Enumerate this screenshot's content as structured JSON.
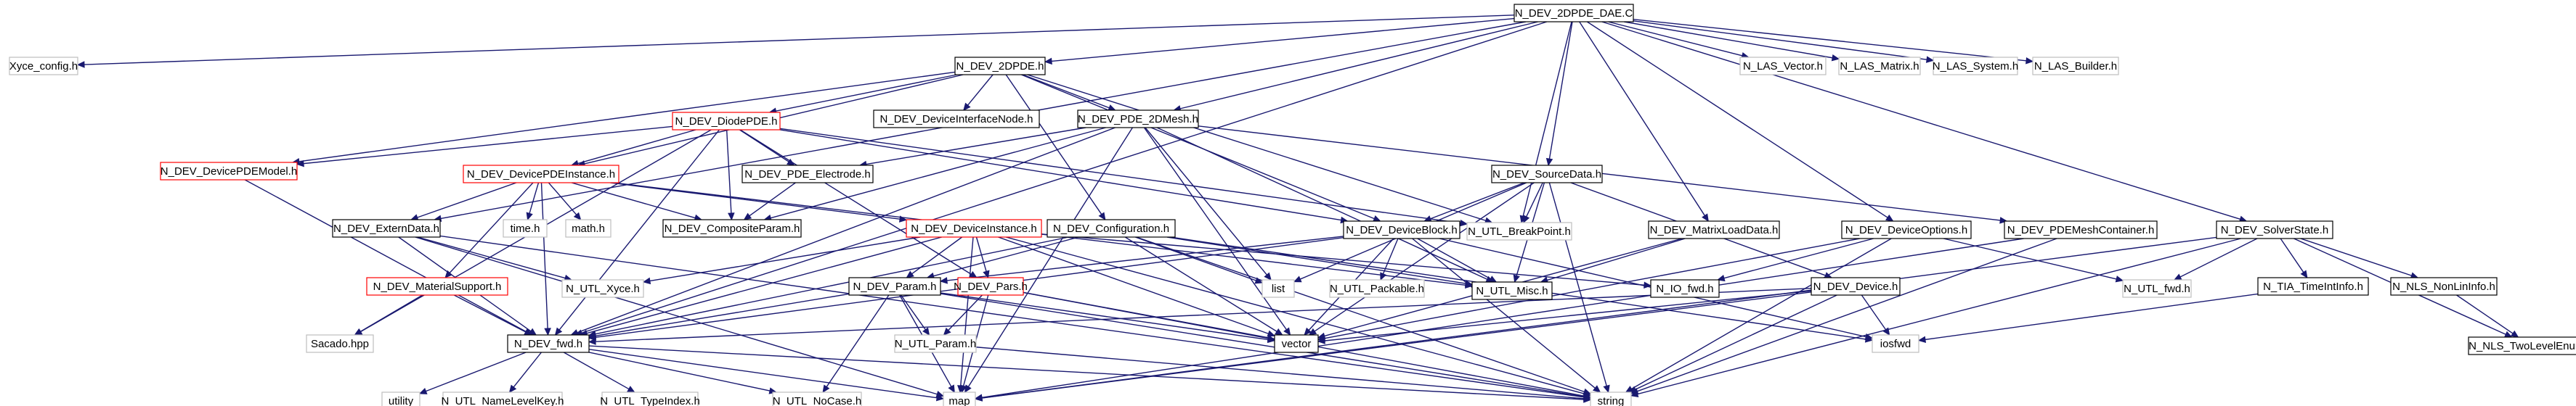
{
  "colors": {
    "edge": "#191970",
    "root_fill": "#bfbfbf",
    "root_stroke": "#000000",
    "documented_stroke": "#000000",
    "undocumented_stroke": "#bfbfbf",
    "truncated_stroke": "#ff0000",
    "background": "#ffffff"
  },
  "nodes": [
    {
      "id": "root",
      "label": "N_DEV_2DPDE_DAE.C",
      "kind": "root"
    },
    {
      "id": "xyce_config",
      "label": "Xyce_config.h",
      "kind": "external"
    },
    {
      "id": "dev_2dpde",
      "label": "N_DEV_2DPDE.h",
      "kind": "documented"
    },
    {
      "id": "las_vector",
      "label": "N_LAS_Vector.h",
      "kind": "external"
    },
    {
      "id": "las_matrix",
      "label": "N_LAS_Matrix.h",
      "kind": "external"
    },
    {
      "id": "las_system",
      "label": "N_LAS_System.h",
      "kind": "external"
    },
    {
      "id": "las_builder",
      "label": "N_LAS_Builder.h",
      "kind": "external"
    },
    {
      "id": "diode_pde",
      "label": "N_DEV_DiodePDE.h",
      "kind": "truncated"
    },
    {
      "id": "dev_iface_node",
      "label": "N_DEV_DeviceInterfaceNode.h",
      "kind": "documented"
    },
    {
      "id": "pde_2dmesh",
      "label": "N_DEV_PDE_2DMesh.h",
      "kind": "documented"
    },
    {
      "id": "pde_model",
      "label": "N_DEV_DevicePDEModel.h",
      "kind": "truncated"
    },
    {
      "id": "pde_instance",
      "label": "N_DEV_DevicePDEInstance.h",
      "kind": "truncated"
    },
    {
      "id": "pde_electrode",
      "label": "N_DEV_PDE_Electrode.h",
      "kind": "documented"
    },
    {
      "id": "source_data",
      "label": "N_DEV_SourceData.h",
      "kind": "documented"
    },
    {
      "id": "time_h",
      "label": "time.h",
      "kind": "external"
    },
    {
      "id": "math_h",
      "label": "math.h",
      "kind": "external"
    },
    {
      "id": "composite_param",
      "label": "N_DEV_CompositeParam.h",
      "kind": "documented"
    },
    {
      "id": "extern_data",
      "label": "N_DEV_ExternData.h",
      "kind": "documented"
    },
    {
      "id": "device_instance",
      "label": "N_DEV_DeviceInstance.h",
      "kind": "truncated"
    },
    {
      "id": "configuration",
      "label": "N_DEV_Configuration.h",
      "kind": "documented"
    },
    {
      "id": "device_block",
      "label": "N_DEV_DeviceBlock.h",
      "kind": "documented"
    },
    {
      "id": "utl_breakpoint",
      "label": "N_UTL_BreakPoint.h",
      "kind": "external"
    },
    {
      "id": "matrix_load_data",
      "label": "N_DEV_MatrixLoadData.h",
      "kind": "documented"
    },
    {
      "id": "device_options",
      "label": "N_DEV_DeviceOptions.h",
      "kind": "documented"
    },
    {
      "id": "pde_mesh_container",
      "label": "N_DEV_PDEMeshContainer.h",
      "kind": "documented"
    },
    {
      "id": "solver_state",
      "label": "N_DEV_SolverState.h",
      "kind": "documented"
    },
    {
      "id": "material_support",
      "label": "N_DEV_MaterialSupport.h",
      "kind": "truncated"
    },
    {
      "id": "utl_xyce",
      "label": "N_UTL_Xyce.h",
      "kind": "external"
    },
    {
      "id": "dev_param",
      "label": "N_DEV_Param.h",
      "kind": "documented"
    },
    {
      "id": "dev_pars",
      "label": "N_DEV_Pars.h",
      "kind": "truncated"
    },
    {
      "id": "list",
      "label": "list",
      "kind": "external"
    },
    {
      "id": "utl_packable",
      "label": "N_UTL_Packable.h",
      "kind": "external"
    },
    {
      "id": "utl_misc",
      "label": "N_UTL_Misc.h",
      "kind": "documented"
    },
    {
      "id": "io_fwd",
      "label": "N_IO_fwd.h",
      "kind": "documented"
    },
    {
      "id": "dev_device",
      "label": "N_DEV_Device.h",
      "kind": "documented"
    },
    {
      "id": "utl_fwd",
      "label": "N_UTL_fwd.h",
      "kind": "external"
    },
    {
      "id": "tia_time_int",
      "label": "N_TIA_TimeIntInfo.h",
      "kind": "documented"
    },
    {
      "id": "nls_nonlin",
      "label": "N_NLS_NonLinInfo.h",
      "kind": "documented"
    },
    {
      "id": "sacado",
      "label": "Sacado.hpp",
      "kind": "external"
    },
    {
      "id": "dev_fwd",
      "label": "N_DEV_fwd.h",
      "kind": "documented"
    },
    {
      "id": "utl_param",
      "label": "N_UTL_Param.h",
      "kind": "external"
    },
    {
      "id": "vector",
      "label": "vector",
      "kind": "documented"
    },
    {
      "id": "iosfwd",
      "label": "iosfwd",
      "kind": "external"
    },
    {
      "id": "nls_two_level",
      "label": "N_NLS_TwoLevelEnum.h",
      "kind": "documented"
    },
    {
      "id": "utility",
      "label": "utility",
      "kind": "external"
    },
    {
      "id": "utl_name_level",
      "label": "N_UTL_NameLevelKey.h",
      "kind": "external"
    },
    {
      "id": "utl_type_index",
      "label": "N_UTL_TypeIndex.h",
      "kind": "external"
    },
    {
      "id": "utl_nocase",
      "label": "N_UTL_NoCase.h",
      "kind": "external"
    },
    {
      "id": "map",
      "label": "map",
      "kind": "external"
    },
    {
      "id": "string",
      "label": "string",
      "kind": "external"
    }
  ],
  "edges": [
    [
      "root",
      "xyce_config"
    ],
    [
      "root",
      "dev_2dpde"
    ],
    [
      "root",
      "las_vector"
    ],
    [
      "root",
      "las_matrix"
    ],
    [
      "root",
      "las_system"
    ],
    [
      "root",
      "las_builder"
    ],
    [
      "root",
      "pde_2dmesh"
    ],
    [
      "root",
      "source_data"
    ],
    [
      "root",
      "matrix_load_data"
    ],
    [
      "root",
      "device_options"
    ],
    [
      "root",
      "solver_state"
    ],
    [
      "root",
      "utl_breakpoint"
    ],
    [
      "root",
      "dev_fwd"
    ],
    [
      "root",
      "extern_data"
    ],
    [
      "dev_2dpde",
      "diode_pde"
    ],
    [
      "dev_2dpde",
      "dev_iface_node"
    ],
    [
      "dev_2dpde",
      "pde_2dmesh"
    ],
    [
      "dev_2dpde",
      "pde_model"
    ],
    [
      "dev_2dpde",
      "pde_instance"
    ],
    [
      "dev_2dpde",
      "configuration"
    ],
    [
      "dev_2dpde",
      "device_block"
    ],
    [
      "dev_2dpde",
      "utl_breakpoint"
    ],
    [
      "diode_pde",
      "pde_model"
    ],
    [
      "diode_pde",
      "pde_instance"
    ],
    [
      "diode_pde",
      "pde_electrode"
    ],
    [
      "diode_pde",
      "composite_param"
    ],
    [
      "diode_pde",
      "utl_breakpoint"
    ],
    [
      "diode_pde",
      "dev_fwd"
    ],
    [
      "diode_pde",
      "sacado"
    ],
    [
      "diode_pde",
      "device_block"
    ],
    [
      "diode_pde",
      "dev_pars"
    ],
    [
      "pde_2dmesh",
      "pde_electrode"
    ],
    [
      "pde_2dmesh",
      "composite_param"
    ],
    [
      "pde_2dmesh",
      "list"
    ],
    [
      "pde_2dmesh",
      "vector"
    ],
    [
      "pde_2dmesh",
      "map"
    ],
    [
      "pde_2dmesh",
      "dev_fwd"
    ],
    [
      "pde_2dmesh",
      "pde_mesh_container"
    ],
    [
      "pde_2dmesh",
      "utl_misc"
    ],
    [
      "pde_model",
      "dev_fwd"
    ],
    [
      "pde_instance",
      "time_h"
    ],
    [
      "pde_instance",
      "math_h"
    ],
    [
      "pde_instance",
      "device_instance"
    ],
    [
      "pde_instance",
      "material_support"
    ],
    [
      "pde_instance",
      "composite_param"
    ],
    [
      "pde_instance",
      "dev_fwd"
    ],
    [
      "pde_instance",
      "extern_data"
    ],
    [
      "pde_instance",
      "utl_misc"
    ],
    [
      "pde_electrode",
      "composite_param"
    ],
    [
      "source_data",
      "device_block"
    ],
    [
      "source_data",
      "utl_misc"
    ],
    [
      "source_data",
      "utl_breakpoint"
    ],
    [
      "source_data",
      "vector"
    ],
    [
      "source_data",
      "list"
    ],
    [
      "source_data",
      "string"
    ],
    [
      "source_data",
      "dev_device"
    ],
    [
      "extern_data",
      "dev_fwd"
    ],
    [
      "extern_data",
      "utl_xyce"
    ],
    [
      "extern_data",
      "map"
    ],
    [
      "extern_data",
      "string"
    ],
    [
      "device_instance",
      "dev_fwd"
    ],
    [
      "device_instance",
      "dev_param"
    ],
    [
      "device_instance",
      "dev_pars"
    ],
    [
      "device_instance",
      "vector"
    ],
    [
      "device_instance",
      "utl_xyce"
    ],
    [
      "device_instance",
      "map"
    ],
    [
      "device_instance",
      "string"
    ],
    [
      "device_instance",
      "io_fwd"
    ],
    [
      "configuration",
      "dev_fwd"
    ],
    [
      "configuration",
      "dev_param"
    ],
    [
      "configuration",
      "utl_misc"
    ],
    [
      "configuration",
      "vector"
    ],
    [
      "configuration",
      "list"
    ],
    [
      "configuration",
      "iosfwd"
    ],
    [
      "configuration",
      "string"
    ],
    [
      "device_block",
      "utl_packable"
    ],
    [
      "device_block",
      "utl_misc"
    ],
    [
      "device_block",
      "dev_param"
    ],
    [
      "device_block",
      "vector"
    ],
    [
      "device_block",
      "iosfwd"
    ],
    [
      "device_block",
      "string"
    ],
    [
      "device_block",
      "dev_fwd"
    ],
    [
      "matrix_load_data",
      "utl_misc"
    ],
    [
      "matrix_load_data",
      "vector"
    ],
    [
      "device_options",
      "vector"
    ],
    [
      "device_options",
      "utl_fwd"
    ],
    [
      "device_options",
      "io_fwd"
    ],
    [
      "device_options",
      "string"
    ],
    [
      "pde_mesh_container",
      "string"
    ],
    [
      "pde_mesh_container",
      "map"
    ],
    [
      "solver_state",
      "utl_fwd"
    ],
    [
      "solver_state",
      "tia_time_int"
    ],
    [
      "solver_state",
      "nls_nonlin"
    ],
    [
      "solver_state",
      "nls_two_level"
    ],
    [
      "solver_state",
      "string"
    ],
    [
      "solver_state",
      "map"
    ],
    [
      "material_support",
      "dev_fwd"
    ],
    [
      "material_support",
      "sacado"
    ],
    [
      "dev_param",
      "dev_fwd"
    ],
    [
      "dev_param",
      "utl_param"
    ],
    [
      "dev_param",
      "vector"
    ],
    [
      "dev_param",
      "map"
    ],
    [
      "dev_param",
      "string"
    ],
    [
      "dev_param",
      "utl_nocase"
    ],
    [
      "dev_pars",
      "utl_param"
    ],
    [
      "dev_pars",
      "vector"
    ],
    [
      "dev_pars",
      "map"
    ],
    [
      "dev_pars",
      "string"
    ],
    [
      "dev_device",
      "dev_fwd"
    ],
    [
      "dev_device",
      "vector"
    ],
    [
      "dev_device",
      "map"
    ],
    [
      "dev_device",
      "iosfwd"
    ],
    [
      "dev_device",
      "string"
    ],
    [
      "tia_time_int",
      "iosfwd"
    ],
    [
      "nls_nonlin",
      "nls_two_level"
    ],
    [
      "dev_fwd",
      "utility"
    ],
    [
      "dev_fwd",
      "utl_name_level"
    ],
    [
      "dev_fwd",
      "utl_type_index"
    ],
    [
      "dev_fwd",
      "utl_nocase"
    ],
    [
      "dev_fwd",
      "map"
    ],
    [
      "dev_fwd",
      "string"
    ],
    [
      "utl_param",
      "string"
    ]
  ]
}
